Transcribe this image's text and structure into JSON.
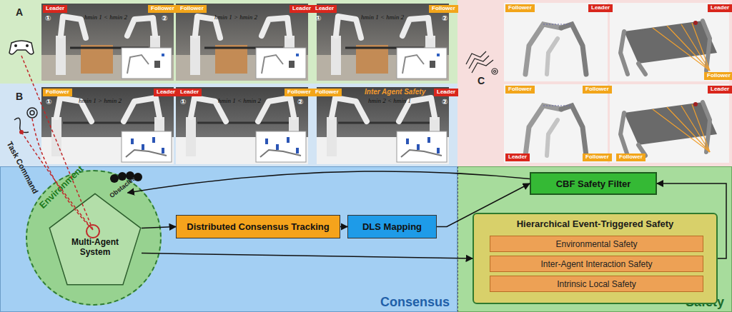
{
  "diagram": {
    "nodes": [
      {
        "text": [
          "Consensus"
        ]
      },
      {
        "text": [
          "Environment"
        ],
        "in": 0
      },
      {
        "text": [
          "Multi-Agent System"
        ],
        "in": 1
      },
      {
        "text": [
          "Distributed Consensus Tracking"
        ],
        "in": 0
      },
      {
        "text": [
          "DLS Mapping"
        ],
        "in": 0
      },
      {
        "text": [
          "Safety"
        ]
      },
      {
        "text": [
          "CBF Safety Filter"
        ],
        "in": 5
      },
      {
        "text": [
          "Hierarchical Event-Triggered Safety"
        ],
        "in": 5
      },
      {
        "text": [
          "Environmental Safety"
        ],
        "in": 7
      },
      {
        "text": [
          "Inter-Agent Interaction Safety"
        ],
        "in": 7
      },
      {
        "text": [
          "Intrinsic Local Safety"
        ],
        "in": 7
      }
    ],
    "edges": [
      {
        "from": 2,
        "to": 3,
        "arrow": "to"
      },
      {
        "from": 3,
        "to": 4,
        "arrow": "to"
      },
      {
        "from": 4,
        "to": 6,
        "arrow": "to"
      },
      {
        "from": 6,
        "to": 2,
        "arrow": "to"
      },
      {
        "from": 2,
        "to": 7,
        "arrow": "to"
      },
      {
        "from": 7,
        "to": 6,
        "arrow": "to"
      }
    ],
    "labels": [
      "A",
      "Leader",
      "①",
      "hmin 1 < hmin 2",
      "Follower",
      "②",
      "Follower",
      "hmin 1 > hmin 2",
      "Leader",
      "Leader",
      "①",
      "hmin 1 < hmin 2",
      "Follower",
      "②",
      "B",
      "Follower",
      "①",
      "hmin 1 > hmin 2",
      "Leader",
      "Leader",
      "①",
      "hmin 1 < hmin 2",
      "Follower",
      "②",
      "Follower",
      "Inter Agent Safety",
      "hmin 2 < hmin 1",
      "Leader",
      "②",
      "C",
      "Follower",
      "Leader",
      "Leader",
      "Follower",
      "Follower",
      "Follower",
      "Leader",
      "Leader",
      "Follower",
      "Follower",
      "Task Command",
      "Obstacles"
    ]
  }
}
